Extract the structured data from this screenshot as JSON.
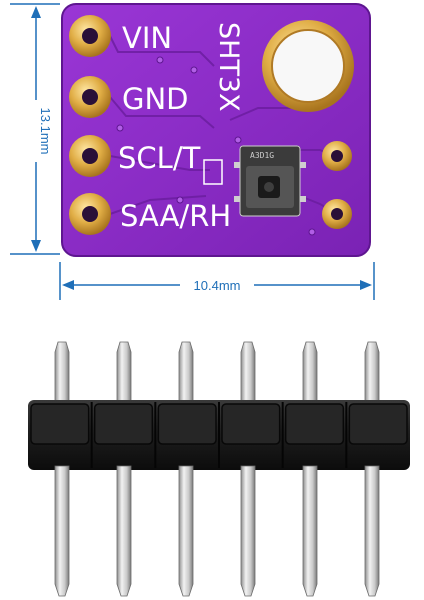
{
  "dimensions": {
    "height_label": "13.1mm",
    "width_label": "10.4mm"
  },
  "board": {
    "pins": [
      {
        "label": "VIN"
      },
      {
        "label": "GND"
      },
      {
        "label": "SCL/T"
      },
      {
        "label": "SAA/RH"
      }
    ],
    "model_label": "SHT3X",
    "chip_marking": "A3D1G"
  },
  "header": {
    "pin_count": 6
  },
  "colors": {
    "pcb": "#8c2fc7",
    "pcb_dark": "#6d1fa3",
    "gold": "#d7a53a",
    "dimension": "#1f6fb8",
    "pin_metal": "#d9d9d9",
    "housing": "#1b1b1b"
  }
}
